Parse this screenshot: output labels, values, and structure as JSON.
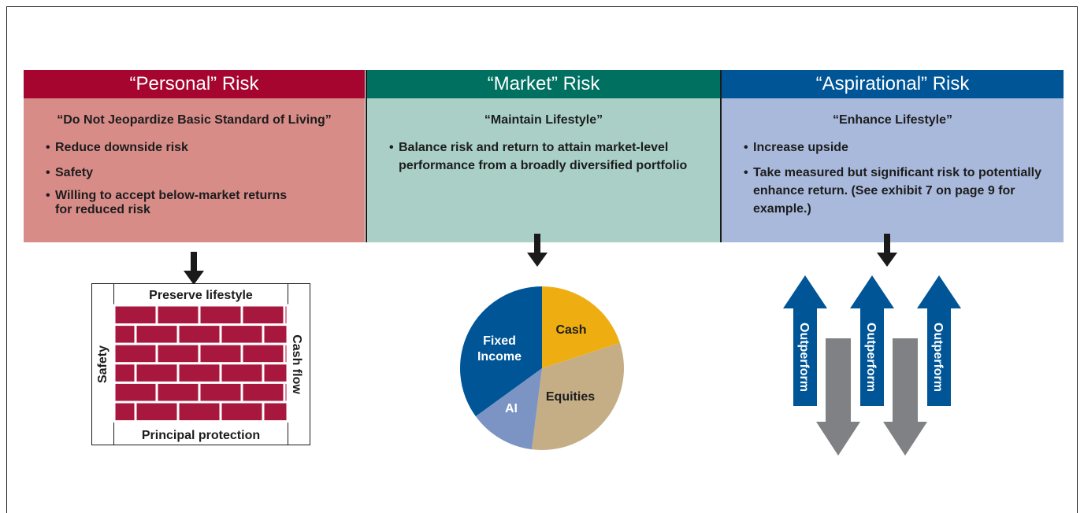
{
  "columns": [
    {
      "title": "“Personal” Risk",
      "subtitle": "“Do Not Jeopardize Basic Standard of Living”",
      "bullets": [
        "Reduce downside risk",
        "Safety",
        "Willing to accept below-market returns for reduced risk"
      ],
      "header_color": "#a5052f",
      "body_color": "#d88c88"
    },
    {
      "title": "“Market” Risk",
      "subtitle": "“Maintain Lifestyle”",
      "bullets": [
        "Balance risk and return to attain market-level performance from a broadly diversified portfolio"
      ],
      "header_color": "#007060",
      "body_color": "#a9cfc6"
    },
    {
      "title": "“Aspirational” Risk",
      "subtitle": "“Enhance Lifestyle”",
      "bullets": [
        "Increase upside",
        "Take measured but significant risk to potentially enhance return. (See exhibit 7 on page 9 for example.)"
      ],
      "header_color": "#005597",
      "body_color": "#a9b9dc"
    }
  ],
  "wall": {
    "top": "Preserve lifestyle",
    "bottom": "Principal protection",
    "left": "Safety",
    "right": "Cash flow",
    "brick_color": "#a8173e"
  },
  "pie": {
    "segments": [
      {
        "label": "Cash",
        "value": 20,
        "color": "#eeae12"
      },
      {
        "label": "Equities",
        "value": 32,
        "color": "#c5ae86"
      },
      {
        "label": "AI",
        "value": 13,
        "color": "#7b94c4"
      },
      {
        "label": "Fixed Income",
        "value": 35,
        "color": "#005597"
      }
    ]
  },
  "arrows": {
    "up_label": "Outperform",
    "up_color": "#005597",
    "down_color": "#808184"
  }
}
